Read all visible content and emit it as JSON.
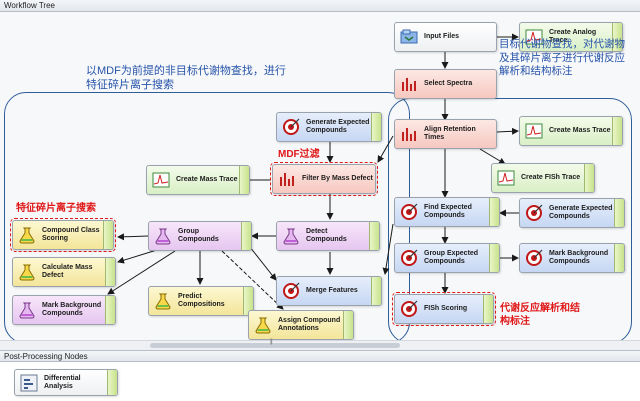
{
  "workflow_header": "Workflow Tree",
  "postprocessing_header": "Post-Processing Nodes",
  "nodes": {
    "input_files": "Input Files",
    "create_analog_trace": "Create Analog Trace",
    "select_spectra": "Select Spectra",
    "align_retention_times": "Align Retention Times",
    "create_mass_trace_right": "Create Mass Trace",
    "create_fish_trace": "Create FISh Trace",
    "find_expected_compounds": "Find Expected Compounds",
    "generate_expected_compounds_right": "Generate Expected Compounds",
    "group_expected_compounds": "Group Expected Compounds",
    "mark_background_compounds_right": "Mark Background Compounds",
    "fish_scoring": "FISh Scoring",
    "generate_expected_compounds_left": "Generate Expected Compounds",
    "create_mass_trace_left": "Create Mass Trace",
    "filter_by_mass_defect": "Filter By Mass Defect",
    "compound_class_scoring": "Compound Class Scoring",
    "group_compounds": "Group Compounds",
    "detect_compounds": "Detect Compounds",
    "calculate_mass_defect": "Calculate Mass Defect",
    "merge_features": "Merge Features",
    "mark_background_compounds_left": "Mark Background Compounds",
    "predict_compositions": "Predict Compositions",
    "assign_compound_annotations": "Assign Compound Annotations",
    "differential_analysis": "Differential Analysis"
  },
  "annotations": {
    "left_title": "以MDF为前提的非目标代谢物查找，进行特征碎片离子搜索",
    "right_title": "目标代谢物查找，对代谢物及其碎片离子进行代谢反应解析和结构标注",
    "mdf_filter": "MDF过滤",
    "fragment_search": "特征碎片离子搜索",
    "metabolic_analysis": "代谢反应解析和结构标注"
  },
  "colors": {
    "frame": "#2e5d9a",
    "annotation_blue": "#2653a9",
    "annotation_red": "#e01818"
  }
}
